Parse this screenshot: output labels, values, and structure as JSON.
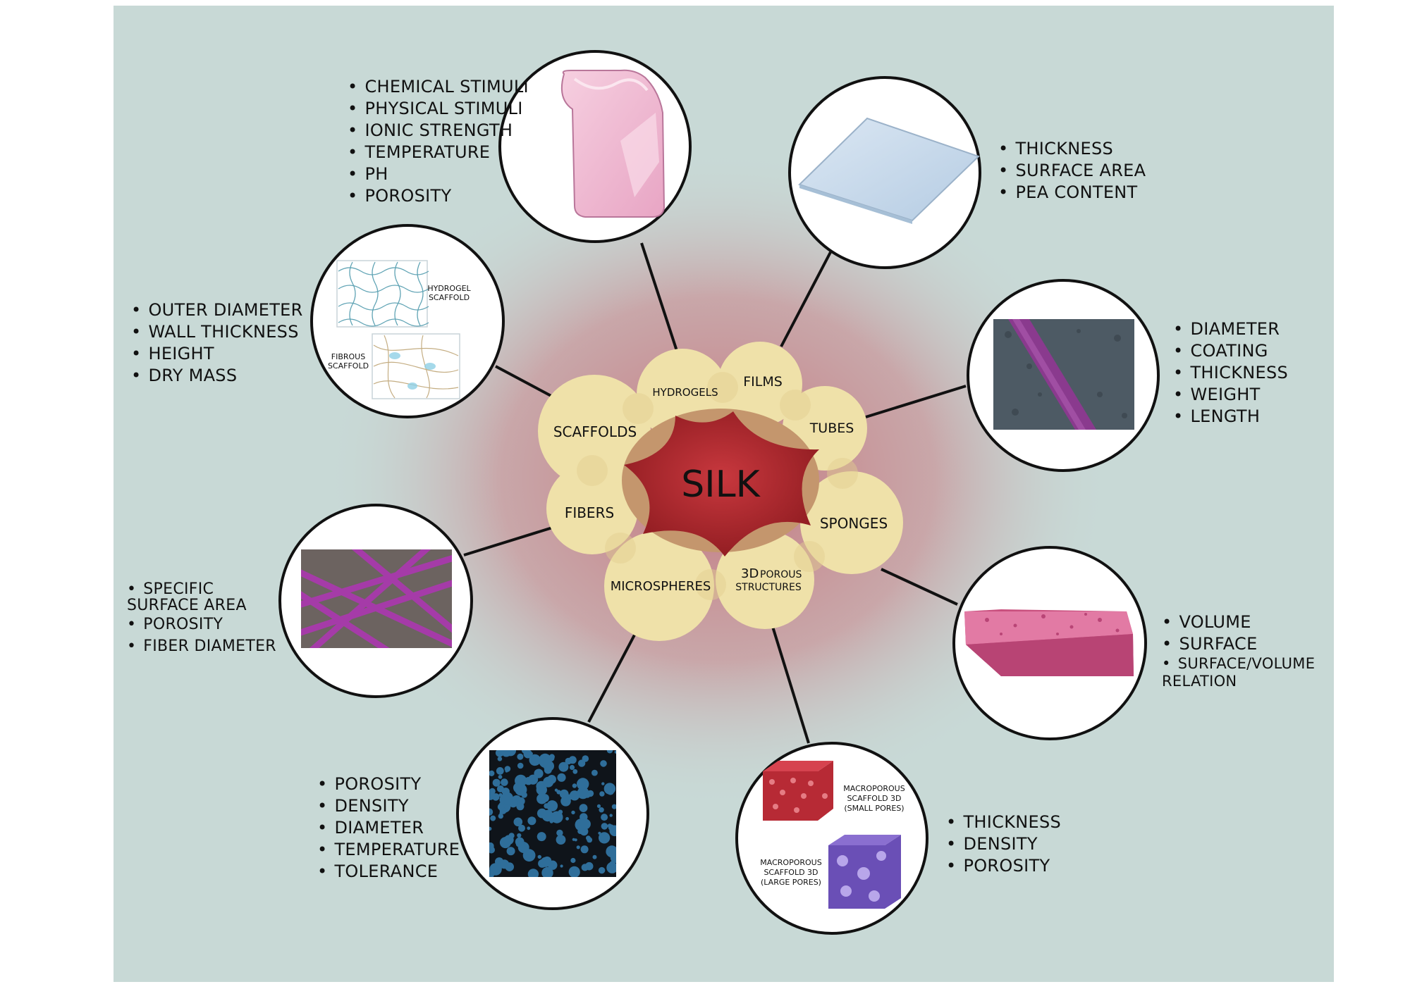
{
  "center": {
    "label": "SILK"
  },
  "petals": {
    "hydrogels": "HYDROGELS",
    "films": "FILMS",
    "tubes": "TUBES",
    "sponges": "SPONGES",
    "porous_line1": "3D",
    "porous_line1b": "POROUS",
    "porous_line2": "STRUCTURES",
    "microspheres": "MICROSPHERES",
    "fibers": "FIBERS",
    "scaffolds": "SCAFFOLDS"
  },
  "scaffold_image": {
    "hydrogel_line1": "HYDROGEL",
    "hydrogel_line2": "SCAFFOLD",
    "fibrous_line1": "FIBROUS",
    "fibrous_line2": "SCAFFOLD"
  },
  "porous_image": {
    "small_line1": "MACROPOROUS",
    "small_line2": "SCAFFOLD 3D",
    "small_line3": "(SMALL PORES)",
    "large_line1": "MACROPOROUS",
    "large_line2": "SCAFFOLD 3D",
    "large_line3": "(LARGE PORES)"
  },
  "lists": {
    "hydrogels": [
      "CHEMICAL STIMULI",
      "PHYSICAL STIMULI",
      "IONIC STRENGTH",
      "TEMPERATURE",
      "PH",
      "POROSITY"
    ],
    "films": [
      "THICKNESS",
      "SURFACE AREA",
      "PEA CONTENT"
    ],
    "tubes": [
      "DIAMETER",
      "COATING",
      "THICKNESS",
      "WEIGHT",
      "LENGTH"
    ],
    "sponges": [
      "VOLUME",
      "SURFACE",
      "SURFACE/VOLUME RELATION"
    ],
    "porous": [
      "THICKNESS",
      "DENSITY",
      "POROSITY"
    ],
    "microspheres": [
      "POROSITY",
      "DENSITY",
      "DIAMETER",
      "TEMPERATURE",
      "TOLERANCE"
    ],
    "fibers": [
      "SPECIFIC SURFACE AREA",
      "POROSITY",
      "FIBER DIAMETER"
    ],
    "scaffolds": [
      "OUTER DIAMETER",
      "WALL THICKNESS",
      "HEIGHT",
      "DRY MASS"
    ]
  },
  "colors": {
    "background": "#c8d9d6",
    "petal": "#efe1a9",
    "petal_overlap": "#c4966d",
    "silk": "#b3262c",
    "glow": "#c98f93"
  }
}
